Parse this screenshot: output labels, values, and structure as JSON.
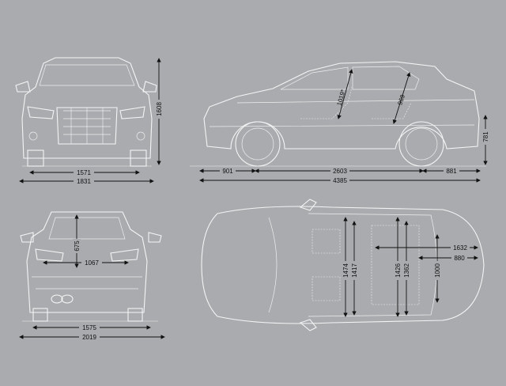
{
  "front_view": {
    "height": "1608",
    "track": "1571",
    "width": "1831"
  },
  "side_view": {
    "front_overhang": "901",
    "wheelbase": "2603",
    "rear_overhang": "881",
    "length": "4385",
    "loading_height": "781",
    "front_headroom": "1019*",
    "rear_headroom": "969"
  },
  "rear_view": {
    "tailgate_height": "675",
    "loading_width": "1067",
    "track": "1575",
    "width_mirrors": "2019"
  },
  "top_view": {
    "front_shoulder": "1474",
    "front_elbow": "1417",
    "rear_shoulder": "1426",
    "rear_elbow": "1362",
    "trunk_width": "1000",
    "trunk_length_folded": "1632",
    "trunk_length": "880"
  },
  "colors": {
    "background": "#a9abae",
    "lines": "#f4f4f4",
    "dimensions": "#111111"
  }
}
